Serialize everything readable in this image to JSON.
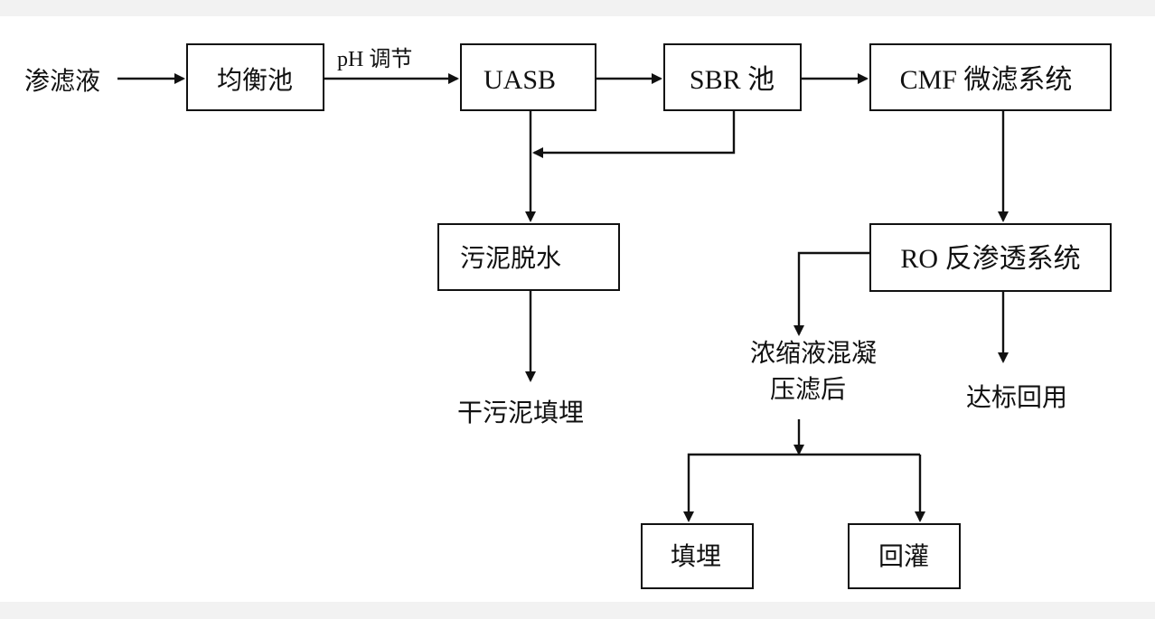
{
  "diagram": {
    "input_label": "渗滤液",
    "ph_label": "pH 调节",
    "nodes": {
      "equalization": "均衡池",
      "uasb": "UASB",
      "sbr": "SBR 池",
      "cmf": "CMF 微滤系统",
      "sludge_dewatering": "污泥脱水",
      "ro": "RO 反渗透系统",
      "landfill_box": "填埋",
      "recharge_box": "回灌"
    },
    "labels": {
      "dry_sludge": "干污泥填埋",
      "concentrate_line1": "浓缩液混凝",
      "concentrate_line2": "压滤后",
      "reuse": "达标回用"
    }
  }
}
